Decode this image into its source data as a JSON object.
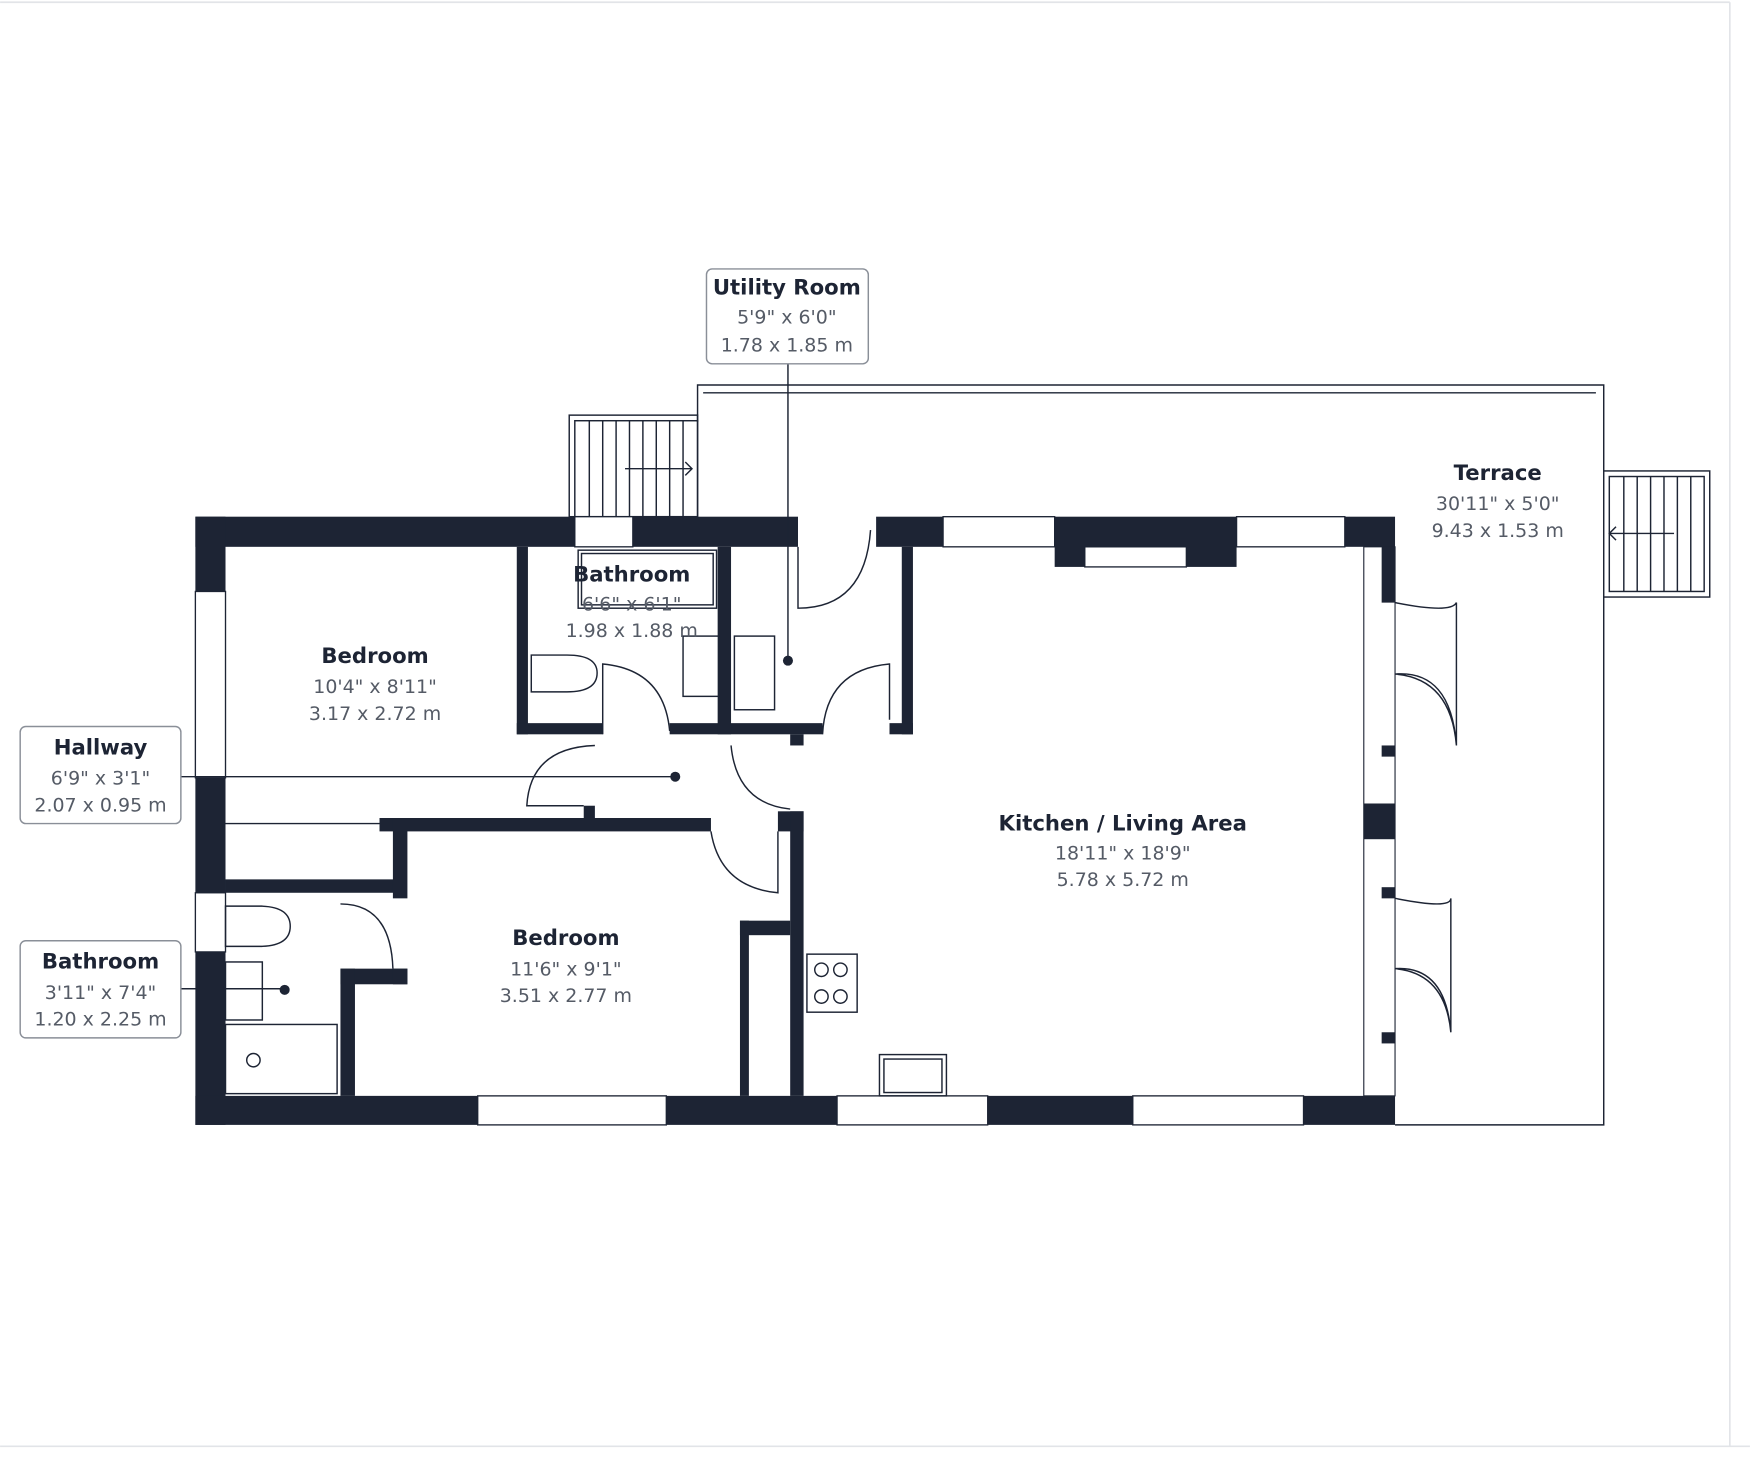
{
  "floorplan": {
    "colors": {
      "wall": "#1d2434",
      "label": "#1d2434",
      "dimension": "#555b66"
    },
    "rooms": [
      {
        "name": "Utility Room",
        "imperial": "5'9\" x 6'0\"",
        "metric": "1.78 x 1.85 m"
      },
      {
        "name": "Terrace",
        "imperial": "30'11\" x 5'0\"",
        "metric": "9.43 x 1.53 m"
      },
      {
        "name": "Bathroom",
        "imperial": "6'6\" x 6'1\"",
        "metric": "1.98 x 1.88 m"
      },
      {
        "name": "Bedroom",
        "imperial": "10'4\" x 8'11\"",
        "metric": "3.17 x 2.72 m"
      },
      {
        "name": "Hallway",
        "imperial": "6'9\" x 3'1\"",
        "metric": "2.07 x 0.95 m"
      },
      {
        "name": "Kitchen / Living Area",
        "imperial": "18'11\" x 18'9\"",
        "metric": "5.78 x 5.72 m"
      },
      {
        "name": "Bedroom",
        "imperial": "11'6\" x 9'1\"",
        "metric": "3.51 x 2.77 m"
      },
      {
        "name": "Bathroom",
        "imperial": "3'11\" x 7'4\"",
        "metric": "1.20 x 2.25 m"
      }
    ]
  }
}
